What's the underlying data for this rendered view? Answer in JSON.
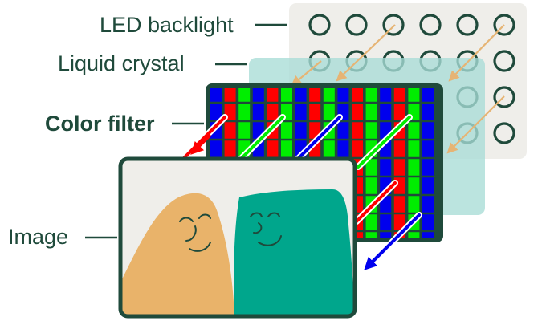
{
  "labels": {
    "led_backlight": "LED backlight",
    "liquid_crystal": "Liquid crystal",
    "color_filter": "Color filter",
    "image": "Image"
  },
  "colors": {
    "ink": "#1f4a3b",
    "backlight_panel": "#efeeea",
    "liquid_crystal_panel": "#a8dcd6",
    "filter_red": "#ff0000",
    "filter_green": "#00ee00",
    "filter_blue": "#0000ee",
    "light_ray": "#e6b474",
    "image_background": "#efeeea",
    "figure_left": "#e9b36a",
    "figure_right": "#00a68c"
  },
  "backlight_led_grid": {
    "rows": 4,
    "columns": 6
  },
  "filter_stripe_pattern": [
    "blue",
    "red",
    "green"
  ]
}
